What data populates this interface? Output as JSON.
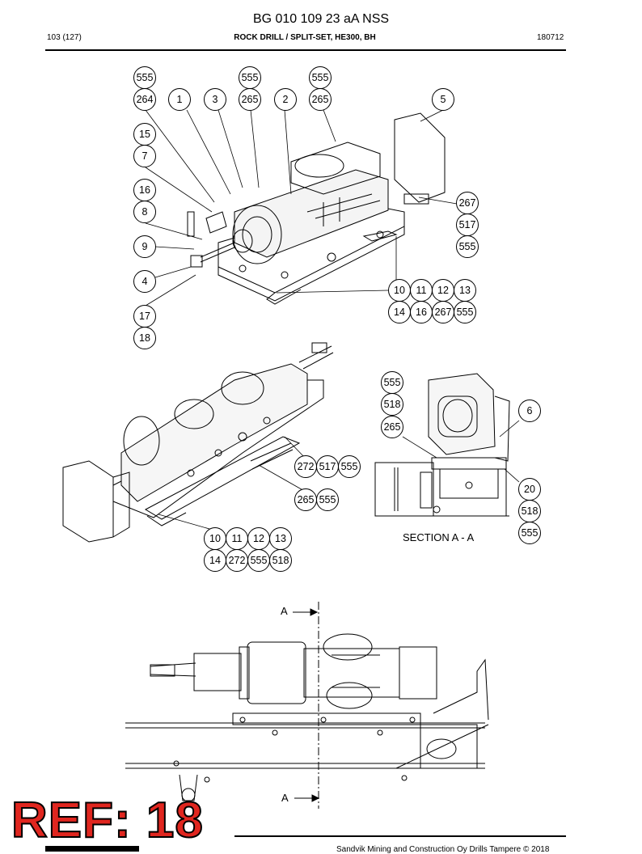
{
  "header": {
    "doc_number": "BG 010 109 23 aA NSS",
    "page": "103 (127)",
    "title": "ROCK DRILL / SPLIT-SET, HE300, BH",
    "date": "180712"
  },
  "callouts": {
    "view1": [
      "555",
      "264",
      "1",
      "555",
      "265",
      "3",
      "2",
      "555",
      "265",
      "5",
      "15",
      "7",
      "16",
      "8",
      "9",
      "4",
      "17",
      "18",
      "267",
      "517",
      "555",
      "10",
      "11",
      "12",
      "13",
      "14",
      "16",
      "267",
      "555"
    ],
    "view2": [
      "10",
      "11",
      "12",
      "13",
      "14",
      "272",
      "555",
      "518",
      "272",
      "517",
      "555",
      "265",
      "555"
    ],
    "section": [
      "555",
      "518",
      "265",
      "6",
      "20",
      "518",
      "555"
    ]
  },
  "section_label": "SECTION A - A",
  "section_marker": "A",
  "ref_stamp": "REF: 18",
  "footer": "Sandvik Mining and Construction Oy Drills Tampere © 2018"
}
